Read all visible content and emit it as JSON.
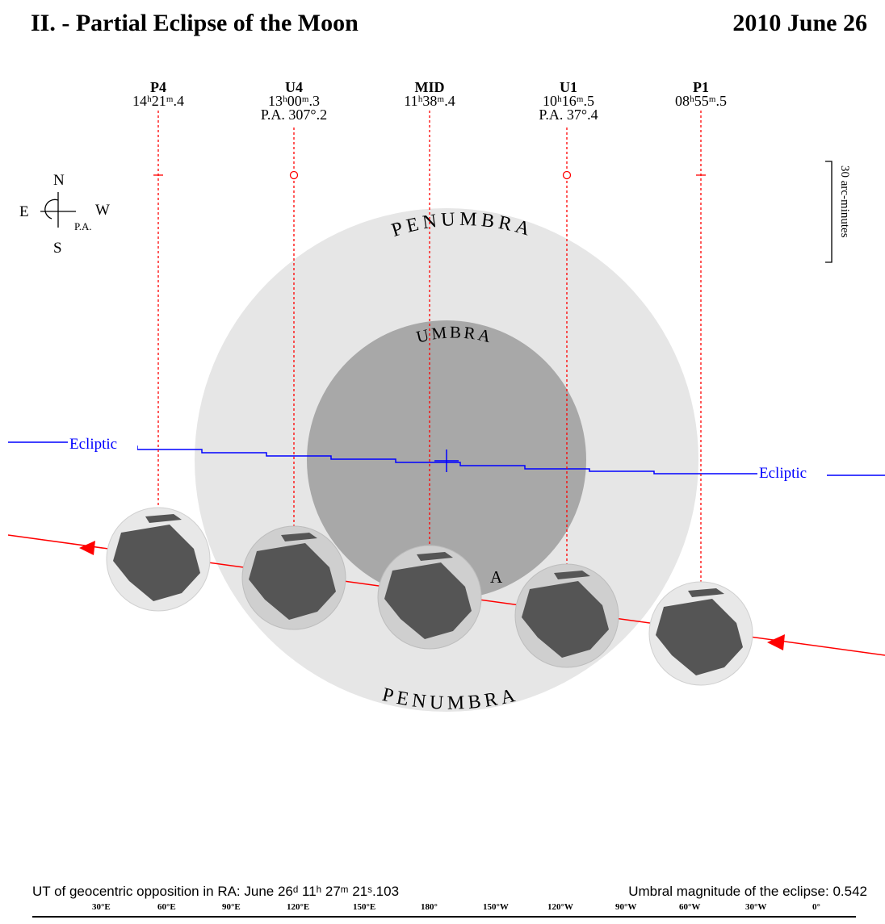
{
  "header": {
    "title": "II. - Partial Eclipse of the Moon",
    "date": "2010 June 26"
  },
  "contacts": [
    {
      "id": "P4",
      "time": "14ʰ21ᵐ.4",
      "pa": ""
    },
    {
      "id": "U4",
      "time": "13ʰ00ᵐ.3",
      "pa": "P.A. 307°.2"
    },
    {
      "id": "MID",
      "time": "11ʰ38ᵐ.4",
      "pa": ""
    },
    {
      "id": "U1",
      "time": "10ʰ16ᵐ.5",
      "pa": "P.A. 37°.4"
    },
    {
      "id": "P1",
      "time": "08ʰ55ᵐ.5",
      "pa": ""
    }
  ],
  "compass": {
    "n": "N",
    "e": "E",
    "w": "W",
    "s": "S",
    "pa": "P.A."
  },
  "scale_label": "30 arc-minutes",
  "shadow_labels": {
    "penumbra_top": "PENUMBRA",
    "penumbra_bottom": "PENUMBRA",
    "umbra_top": "UMBRA",
    "umbra_bottom": "A"
  },
  "ecliptic_label_left": "Ecliptic",
  "ecliptic_label_right": "Ecliptic",
  "footer": {
    "opposition_text": "UT of geocentric opposition in RA: June 26ᵈ 11ʰ 27ᵐ 21ˢ.103",
    "magnitude_text": "Umbral magnitude of the eclipse: 0.542"
  },
  "longitudes": [
    "30°E",
    "60°E",
    "90°E",
    "120°E",
    "150°E",
    "180°",
    "150°W",
    "120°W",
    "90°W",
    "60°W",
    "30°W",
    "0°"
  ],
  "colors": {
    "penumbra": "#e6e6e6",
    "umbra": "#a8a8a8",
    "ecliptic": "#0000ff",
    "moon_path": "#ff0000",
    "contact_line": "#ff0000",
    "moon_disc": "#e8e8e8",
    "moon_maria": "#555555"
  }
}
